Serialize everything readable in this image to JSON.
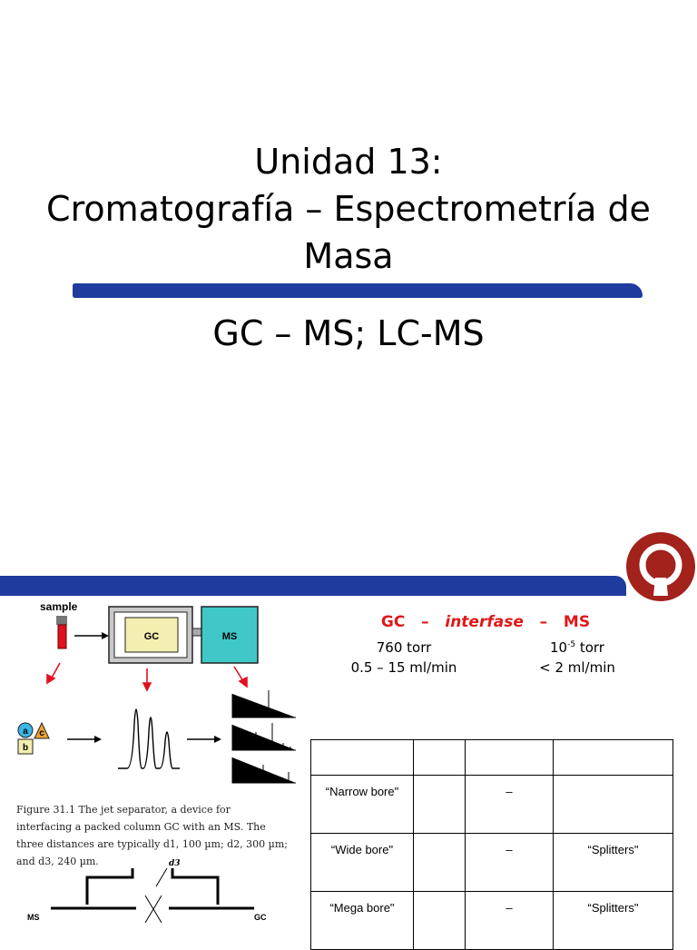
{
  "title": {
    "line1": "Unidad 13:",
    "line2": "Cromatografía – Espectrometría de",
    "line3": "Masa"
  },
  "subtitle": "GC – MS; LC-MS",
  "logo": {
    "letter": "Q",
    "color": "#a3221c"
  },
  "colors": {
    "accent_blue": "#1f3b9e",
    "red_heading": "#e01818",
    "gc_box": "#f4eeb0",
    "ms_box": "#40c8c8"
  },
  "figure": {
    "sample_label": "sample",
    "gc_label": "GC",
    "ms_label": "MS",
    "compounds": [
      "a",
      "c",
      "b"
    ],
    "caption": "Figure 31.1 The jet separator, a device for interfacing a packed column GC with an MS. The three distances are typically d1, 100 µm; d2, 300 µm; and d3, 240 µm.",
    "jet_labels": {
      "d3": "d3",
      "ms": "MS",
      "gc": "GC"
    }
  },
  "interface": {
    "gc": "GC",
    "dash": "–",
    "mid": "interfase",
    "ms": "MS",
    "gc_pressure": "760 torr",
    "gc_flow": "0.5 – 15 ml/min",
    "ms_pressure_base": "10",
    "ms_pressure_exp": "-5",
    "ms_pressure_unit": " torr",
    "ms_flow": "< 2 ml/min"
  },
  "columns_table": {
    "rows": [
      {
        "name": "“Narrow bore\"",
        "col2": "",
        "col3": "–",
        "col4": ""
      },
      {
        "name": "“Wide bore\"",
        "col2": "",
        "col3": "–",
        "col4": "“Splitters\""
      },
      {
        "name": "“Mega bore\"",
        "col2": "",
        "col3": "–",
        "col4": "“Splitters\""
      }
    ]
  }
}
